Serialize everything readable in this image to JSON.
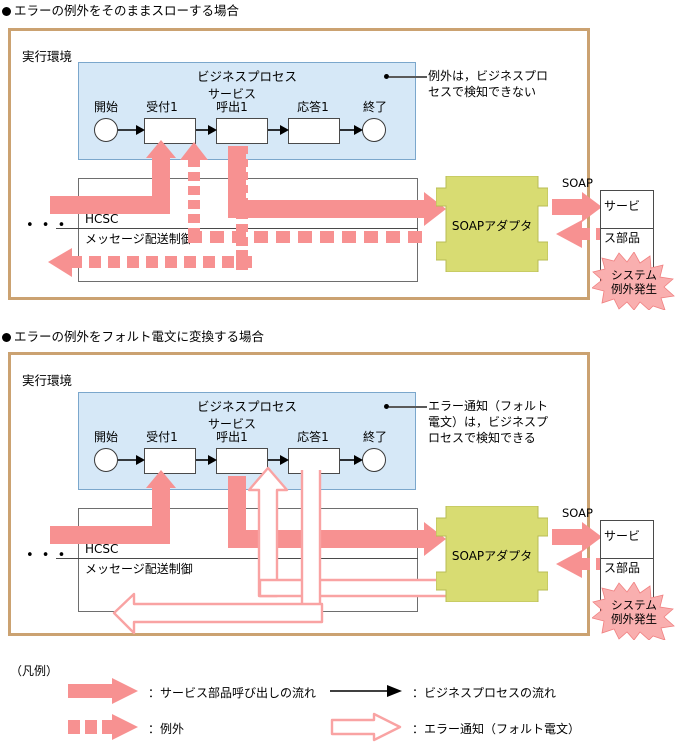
{
  "sections": [
    {
      "heading": "エラーの例外をそのままスローする場合",
      "env_label": "実行環境",
      "bp_title": "ビジネスプロセス",
      "nodes": [
        {
          "label": "開始",
          "type": "circle"
        },
        {
          "label": "受付1",
          "type": "task"
        },
        {
          "label": "サービス\n呼出1",
          "type": "task",
          "label_line1": "サービス",
          "label_line2": "呼出1"
        },
        {
          "label": "応答1",
          "type": "task"
        },
        {
          "label": "終了",
          "type": "circle"
        }
      ],
      "hcsc_line1": "HCSC",
      "hcsc_line2": "メッセージ配送制御",
      "adapter_label": "SOAPアダプタ",
      "protocol_label": "SOAP",
      "service_line1": "サービ",
      "service_line2": "ス部品",
      "burst_line1": "システム",
      "burst_line2": "例外発生",
      "callout": [
        "例外は，ビジネスプロ",
        "セスで検知できない"
      ]
    },
    {
      "heading": "エラーの例外をフォルト電文に変換する場合",
      "env_label": "実行環境",
      "bp_title": "ビジネスプロセス",
      "nodes": [
        {
          "label": "開始",
          "type": "circle"
        },
        {
          "label": "受付1",
          "type": "task"
        },
        {
          "label": "サービス\n呼出1",
          "type": "task",
          "label_line1": "サービス",
          "label_line2": "呼出1"
        },
        {
          "label": "応答1",
          "type": "task"
        },
        {
          "label": "終了",
          "type": "circle"
        }
      ],
      "hcsc_line1": "HCSC",
      "hcsc_line2": "メッセージ配送制御",
      "adapter_label": "SOAPアダプタ",
      "protocol_label": "SOAP",
      "service_line1": "サービ",
      "service_line2": "ス部品",
      "burst_line1": "システム",
      "burst_line2": "例外発生",
      "callout": [
        "エラー通知（フォルト",
        "電文）は，ビジネスプ",
        "ロセスで検知できる"
      ]
    }
  ],
  "legend": {
    "title": "（凡例）",
    "items": [
      {
        "symbol": "solid-pink-arrow",
        "text": "：サービス部品呼び出しの流れ"
      },
      {
        "symbol": "black-thin-arrow",
        "text": "：ビジネスプロセスの流れ"
      },
      {
        "symbol": "dashed-pink-arrow",
        "text": "：例外"
      },
      {
        "symbol": "hollow-pink-arrow",
        "text": "：エラー通知（フォルト電文）"
      }
    ]
  },
  "colors": {
    "frame_border": "#CBA271",
    "bp_fill": "#D6E8F7",
    "bp_border": "#7BA7CC",
    "flow_pink": "#F79191",
    "outline_pink": "#F9A3A3",
    "adapter_fill": "#D8DC72",
    "adapter_border": "#B8BC55",
    "burst_fill": "#F9AFAF"
  }
}
